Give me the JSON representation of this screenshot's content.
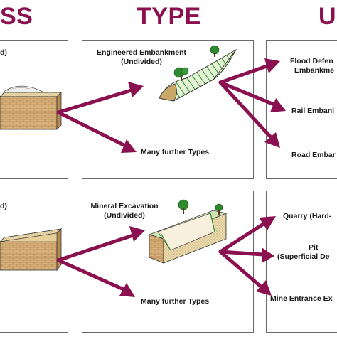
{
  "headers": {
    "col1": "SS",
    "col2": "TYPE",
    "col3": "U"
  },
  "colors": {
    "header": "#8a1050",
    "arrow": "#8a1050",
    "ground": "#e9d7aa",
    "brick": "#c89a5c",
    "grass": "#2f8a2f"
  },
  "top_row": {
    "left_fragment": "d)",
    "type_title_line1": "Engineered Embankment",
    "type_title_line2": "(Undivided)",
    "type_more": "Many further Types",
    "uses": [
      {
        "line1": "Flood Defen",
        "line2": "Embankme"
      },
      {
        "line1": "Rail Embanl"
      },
      {
        "line1": "Road Embar"
      }
    ]
  },
  "bottom_row": {
    "left_fragment": "d)",
    "type_title_line1": "Mineral Excavation",
    "type_title_line2": "(Undivided)",
    "type_more": "Many further Types",
    "uses": [
      {
        "line1": "Quarry (Hard-"
      },
      {
        "line1": "Pit",
        "line2": "(Superficial De"
      },
      {
        "line1": "Mine Entrance Ex"
      }
    ]
  }
}
